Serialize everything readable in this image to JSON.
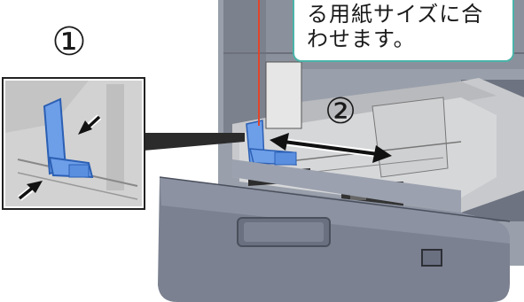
{
  "callout": {
    "lines": [
      "る用紙サイズに合",
      "わせます。"
    ]
  },
  "steps": {
    "step1": "①",
    "step2": "②"
  },
  "colors": {
    "callout_border": "#4ab3a8",
    "pointer_line": "#e0452b",
    "guide_blue": "#5a8fe0",
    "tray_gray": "#7b8190",
    "tray_dark": "#5a606d",
    "inset_bg": "#d9d9d9",
    "arrow": "#111111"
  },
  "icons": [
    "double-arrow-icon",
    "inward-arrow-icon",
    "paper-guide-icon"
  ]
}
